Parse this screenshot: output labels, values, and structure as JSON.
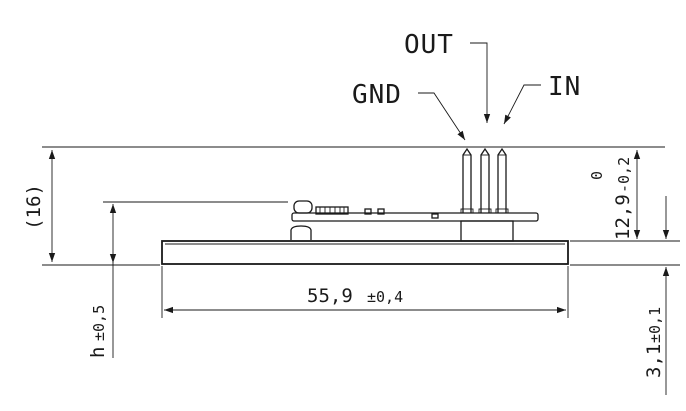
{
  "pins": {
    "gnd": "GND",
    "out": "OUT",
    "in": "IN"
  },
  "dimensions": {
    "total_height": "(16)",
    "board_height": "h",
    "board_height_tol": "±0,5",
    "width": "55,9",
    "width_tol": "±0,4",
    "pin_height": "12,9",
    "pin_height_upper_tol": "0",
    "pin_height_lower_tol": "-0,2",
    "base_thickness": "3,1",
    "base_thickness_tol": "±0,1"
  }
}
